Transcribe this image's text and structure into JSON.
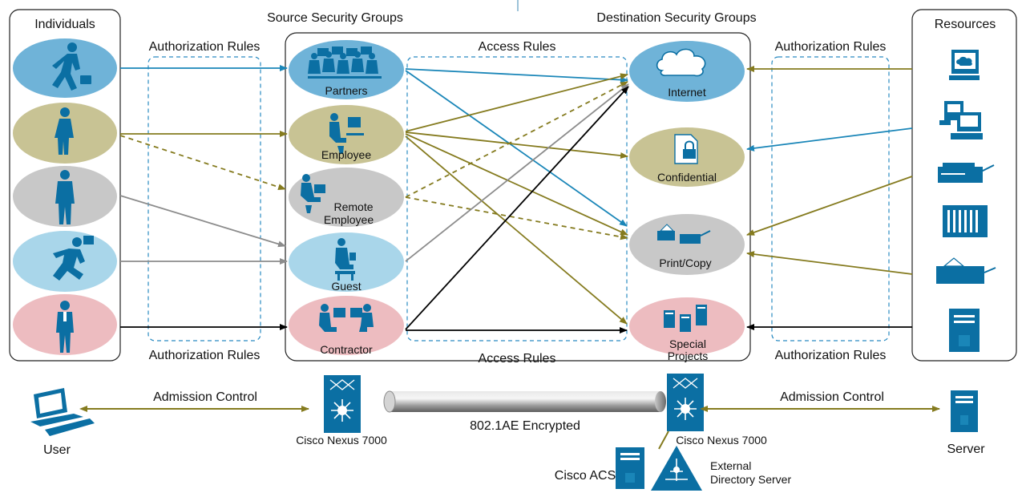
{
  "headings": {
    "individuals": "Individuals",
    "source_groups": "Source Security Groups",
    "destination_groups": "Destination Security Groups",
    "resources": "Resources"
  },
  "rule_labels": {
    "auth_top_left": "Authorization Rules",
    "auth_bottom_left": "Authorization Rules",
    "access_top": "Access Rules",
    "access_bottom": "Access Rules",
    "auth_top_right": "Authorization Rules",
    "auth_bottom_right": "Authorization Rules"
  },
  "individuals": [
    {
      "icon": "running-businessman-icon",
      "color": "#6fb3d8"
    },
    {
      "icon": "woman-icon",
      "color": "#c8c394"
    },
    {
      "icon": "man-in-suit-icon",
      "color": "#c8c8c8"
    },
    {
      "icon": "running-man-icon",
      "color": "#a9d6ea"
    },
    {
      "icon": "man-icon",
      "color": "#edbcc0"
    }
  ],
  "source_groups": [
    {
      "label": "Partners",
      "color": "#6fb3d8"
    },
    {
      "label": "Employee",
      "color": "#c8c394"
    },
    {
      "label_line1": "Remote",
      "label_line2": "Employee",
      "color": "#c8c8c8"
    },
    {
      "label": "Guest",
      "color": "#a9d6ea"
    },
    {
      "label": "Contractor",
      "color": "#edbcc0"
    }
  ],
  "destination_groups": [
    {
      "label": "Internet",
      "color": "#6fb3d8"
    },
    {
      "label": "Confidential",
      "color": "#c8c394"
    },
    {
      "label": "Print/Copy",
      "color": "#c8c8c8"
    },
    {
      "label_line1": "Special",
      "label_line2": "Projects",
      "color": "#edbcc0"
    }
  ],
  "resources_icons": [
    "computer-cloud-icon",
    "workstation-icon",
    "printer-icon",
    "mainframe-icon",
    "copier-icon",
    "server-icon"
  ],
  "colors": {
    "blue": "#1a86b8",
    "olive": "#857b1f",
    "gray": "#8c8c8c",
    "black": "#000000",
    "navy": "#0b6fa3"
  },
  "bottom": {
    "user": "User",
    "admission_left": "Admission Control",
    "switch_left": "Cisco Nexus 7000",
    "encrypted": "802.1AE Encrypted",
    "switch_right": "Cisco Nexus 7000",
    "admission_right": "Admission Control",
    "server": "Server",
    "acs": "Cisco ACS",
    "directory_line1": "External",
    "directory_line2": "Directory Server"
  }
}
